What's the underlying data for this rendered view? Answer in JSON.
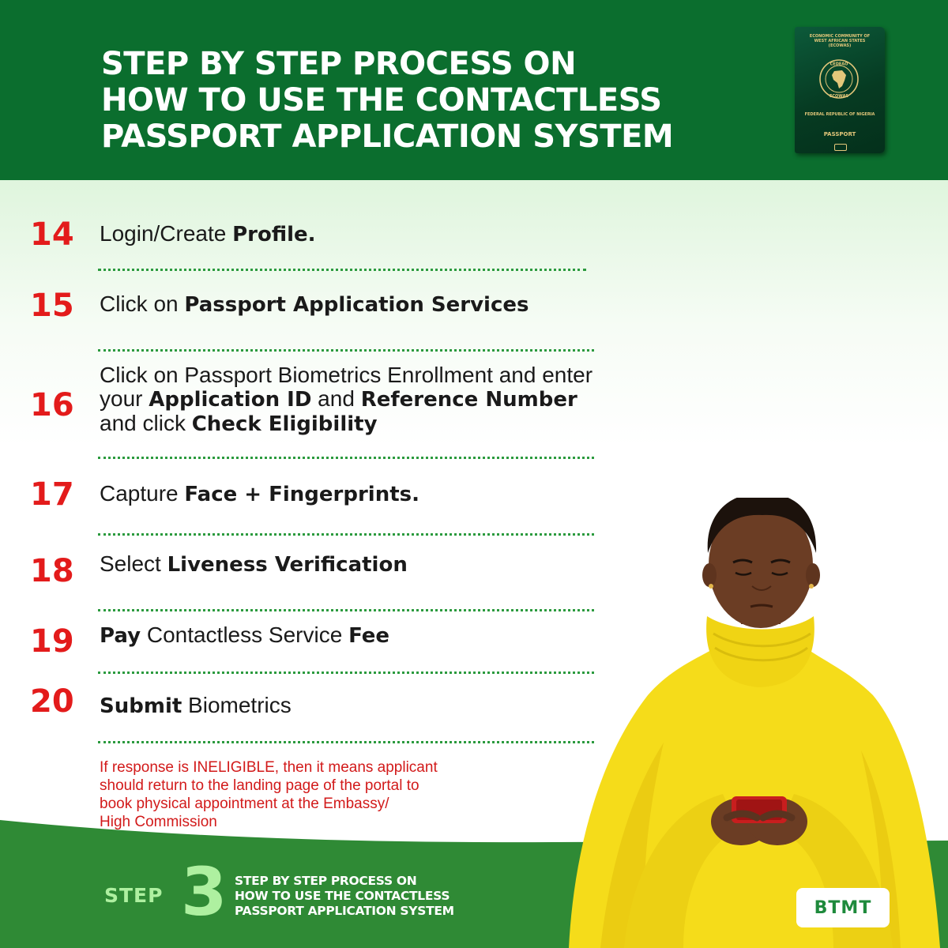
{
  "header": {
    "title_lines": [
      "STEP BY STEP  PROCESS ON",
      "HOW TO USE THE CONTACTLESS",
      "PASSPORT APPLICATION SYSTEM"
    ],
    "passport": {
      "issuer_lines": [
        "ECONOMIC COMMUNITY OF",
        "WEST AFRICAN STATES",
        "(ECOWAS)"
      ],
      "emblem_top": "CEDEAO",
      "emblem_bottom": "ECOWAS",
      "country": "FEDERAL REPUBLIC OF NIGERIA",
      "label": "PASSPORT"
    }
  },
  "steps": [
    {
      "number": "14",
      "lines": [
        [
          {
            "t": "Login/Create ",
            "b": false
          },
          {
            "t": "Profile.",
            "b": true
          }
        ]
      ]
    },
    {
      "number": "15",
      "lines": [
        [
          {
            "t": "Click on ",
            "b": false
          },
          {
            "t": "Passport Application Services",
            "b": true
          }
        ]
      ]
    },
    {
      "number": "16",
      "lines": [
        [
          {
            "t": "Click on Passport Biometrics Enrollment and enter",
            "b": false
          }
        ],
        [
          {
            "t": "your ",
            "b": false
          },
          {
            "t": "Application ID",
            "b": true
          },
          {
            "t": " and ",
            "b": false
          },
          {
            "t": "Reference Number",
            "b": true
          }
        ],
        [
          {
            "t": "and click ",
            "b": false
          },
          {
            "t": "Check Eligibility",
            "b": true
          }
        ]
      ]
    },
    {
      "number": "17",
      "lines": [
        [
          {
            "t": "Capture ",
            "b": false
          },
          {
            "t": "Face + Fingerprints.",
            "b": true
          }
        ]
      ]
    },
    {
      "number": "18",
      "lines": [
        [
          {
            "t": "Select ",
            "b": false
          },
          {
            "t": "Liveness Verification",
            "b": true
          }
        ]
      ]
    },
    {
      "number": "19",
      "lines": [
        [
          {
            "t": "Pay",
            "b": true
          },
          {
            "t": " Contactless Service ",
            "b": false
          },
          {
            "t": "Fee",
            "b": true
          }
        ]
      ]
    },
    {
      "number": "20",
      "lines": [
        [
          {
            "t": "Submit",
            "b": true
          },
          {
            "t": " Biometrics",
            "b": false
          }
        ]
      ]
    }
  ],
  "note_lines": [
    "If response is INELIGIBLE, then it means applicant",
    "should return to the landing page of the portal to",
    "book physical appointment at the Embassy/",
    "High Commission"
  ],
  "footer": {
    "step_label": "STEP",
    "step_number": "3",
    "title_lines": [
      "STEP BY STEP  PROCESS ON",
      "HOW TO USE THE CONTACTLESS",
      "PASSPORT APPLICATION SYSTEM"
    ],
    "brand": "BTMT"
  },
  "colors": {
    "header_green": "#0b6e2e",
    "footer_green": "#2f8a35",
    "step_number_red": "#e31b1b",
    "note_red": "#d21a1a",
    "divider_green": "#2b9a3e",
    "footer_accent": "#aef0a0",
    "brand_green": "#1e8a3c",
    "sweater_yellow": "#f5dc1a"
  }
}
